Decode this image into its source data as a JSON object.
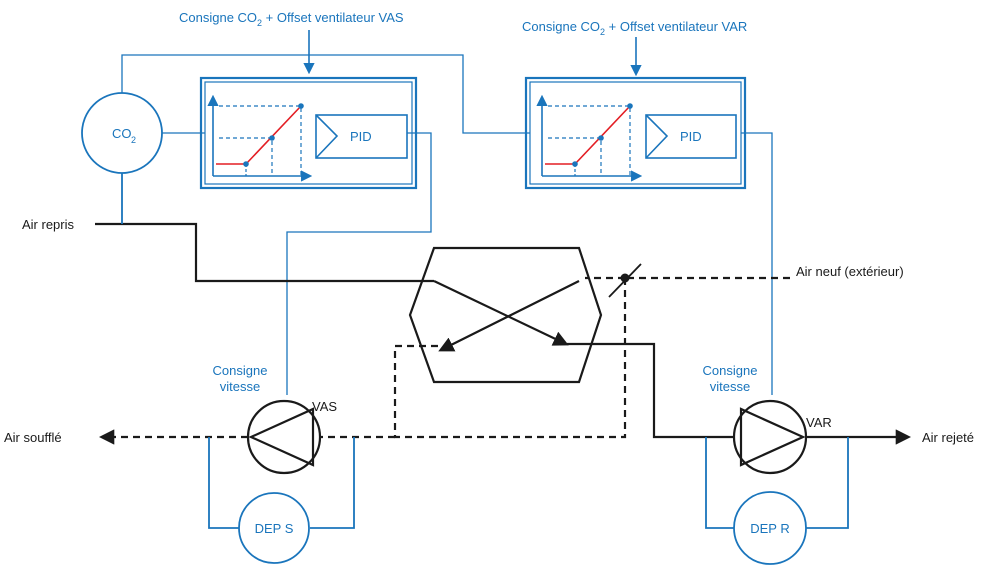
{
  "colors": {
    "control": "#1a75bc",
    "air": "#1a1a1a",
    "curve": "#e31e24"
  },
  "labels": {
    "setpoint_vas_prefix": "Consigne CO",
    "setpoint_vas_sub": "2",
    "setpoint_vas_suffix": " + Offset ventilateur VAS",
    "setpoint_var_prefix": "Consigne CO",
    "setpoint_var_sub": "2",
    "setpoint_var_suffix": " + Offset ventilateur VAR",
    "co2_sensor_prefix": "CO",
    "co2_sensor_sub": "2",
    "pid_left": "PID",
    "pid_right": "PID",
    "air_repris": "Air repris",
    "air_neuf": "Air neuf (extérieur)",
    "air_souffle": "Air soufflé",
    "air_rejete": "Air rejeté",
    "consigne_vitesse_left_1": "Consigne",
    "consigne_vitesse_left_2": "vitesse",
    "consigne_vitesse_right_1": "Consigne",
    "consigne_vitesse_right_2": "vitesse",
    "fan_supply": "VAS",
    "fan_return": "VAR",
    "dep_s": "DEP S",
    "dep_r": "DEP R"
  },
  "icons": {
    "supply_fan": "fan-icon",
    "return_fan": "fan-icon",
    "damper": "damper-icon",
    "heat_exchanger": "heat-exchanger-icon"
  }
}
